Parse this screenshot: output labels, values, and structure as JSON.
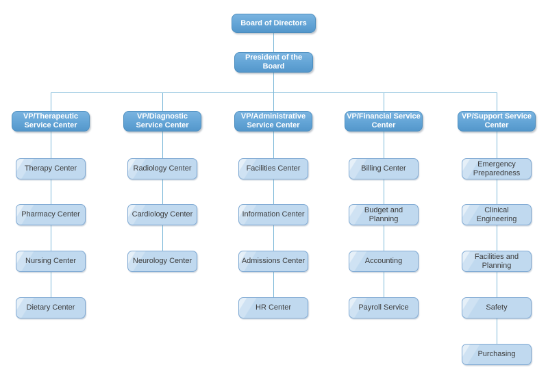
{
  "org": {
    "board": "Board of Directors",
    "president": "President of the Board",
    "branches": [
      {
        "vp": "VP/Therapeutic Service Center",
        "children": [
          "Therapy Center",
          "Pharmacy Center",
          "Nursing Center",
          "Dietary Center"
        ]
      },
      {
        "vp": "VP/Diagnostic Service Center",
        "children": [
          "Radiology Center",
          "Cardiology Center",
          "Neurology Center"
        ]
      },
      {
        "vp": "VP/Administrative Service Center",
        "children": [
          "Facilities Center",
          "Information Center",
          "Admissions Center",
          "HR Center"
        ]
      },
      {
        "vp": "VP/Financial Service Center",
        "children": [
          "Billing Center",
          "Budget and Planning",
          "Accounting",
          "Payroll Service"
        ]
      },
      {
        "vp": "VP/Support Service Center",
        "children": [
          "Emergency Preparedness",
          "Clinical Engineering",
          "Facilities and Planning",
          "Safety",
          "Purchasing"
        ]
      }
    ]
  },
  "colors": {
    "node_fill_top": "#7AB4E0",
    "node_fill_bottom": "#5497CB",
    "node_border": "#4C8EBF",
    "child_fill": "#C0D9EF",
    "child_border": "#7FA9D3",
    "connector": "#7BB8D8",
    "text_dark": "#3C3C3C",
    "text_light": "#FFFFFF",
    "canvas_bg": "#FFFFFF"
  }
}
